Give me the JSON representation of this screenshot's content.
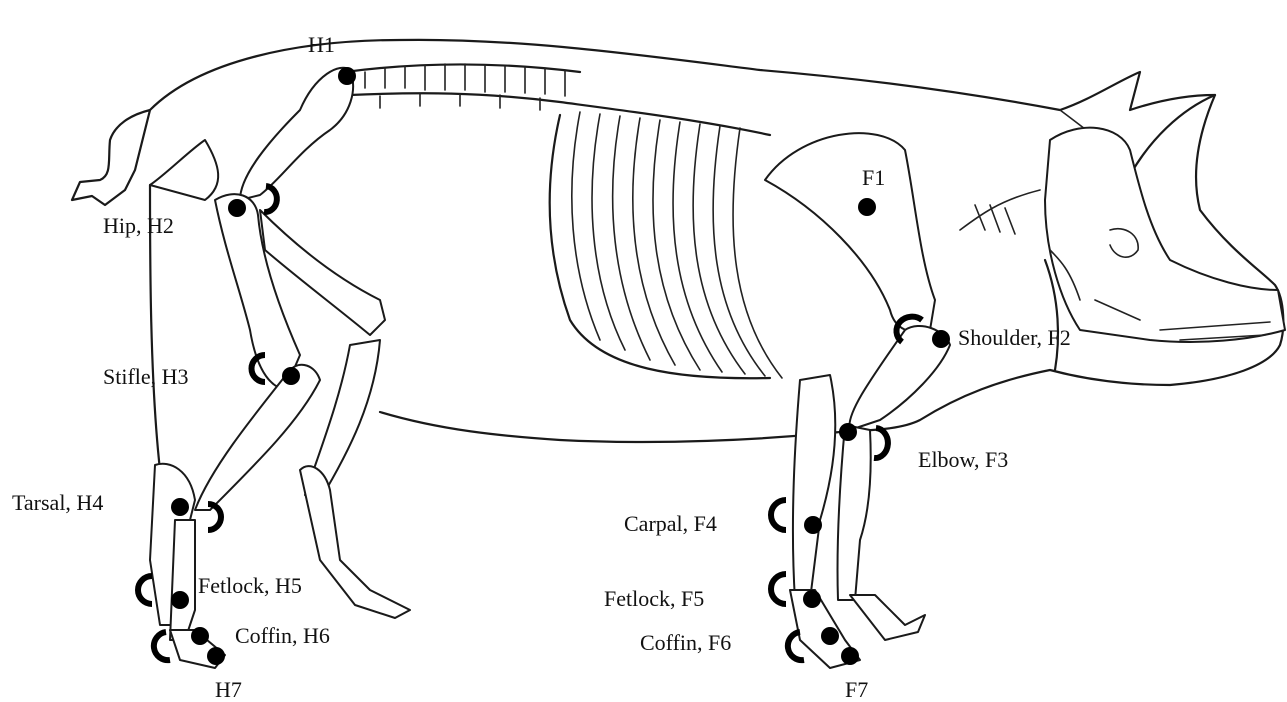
{
  "labels": {
    "h1": "H1",
    "hip": "Hip, H2",
    "stifle": "Stifle, H3",
    "tarsal": "Tarsal, H4",
    "fetlock_h": "Fetlock, H5",
    "coffin_h": "Coffin, H6",
    "h7": "H7",
    "f1": "F1",
    "shoulder": "Shoulder, F2",
    "elbow": "Elbow, F3",
    "carpal": "Carpal, F4",
    "fetlock_f": "Fetlock, F5",
    "coffin_f": "Coffin, F6",
    "f7": "F7"
  },
  "colors": {
    "line": "#1a1a1a",
    "marker": "#000000",
    "background": "#ffffff"
  }
}
